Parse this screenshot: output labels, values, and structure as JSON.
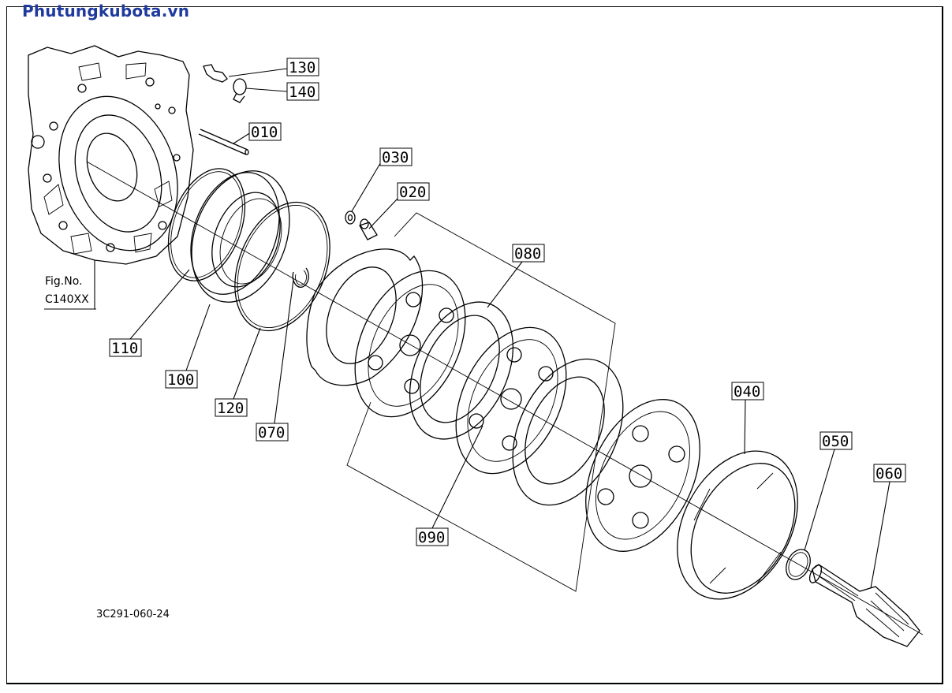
{
  "header": {
    "site_title": "Phutungkubota.vn"
  },
  "reference": {
    "fig_label": "Fig.No.",
    "fig_code": "C140XX"
  },
  "drawing_code": "3C291-060-24",
  "parts": [
    {
      "id": "130"
    },
    {
      "id": "140"
    },
    {
      "id": "010"
    },
    {
      "id": "030"
    },
    {
      "id": "020"
    },
    {
      "id": "080"
    },
    {
      "id": "110"
    },
    {
      "id": "100"
    },
    {
      "id": "120"
    },
    {
      "id": "070"
    },
    {
      "id": "040"
    },
    {
      "id": "050"
    },
    {
      "id": "060"
    },
    {
      "id": "090"
    }
  ]
}
